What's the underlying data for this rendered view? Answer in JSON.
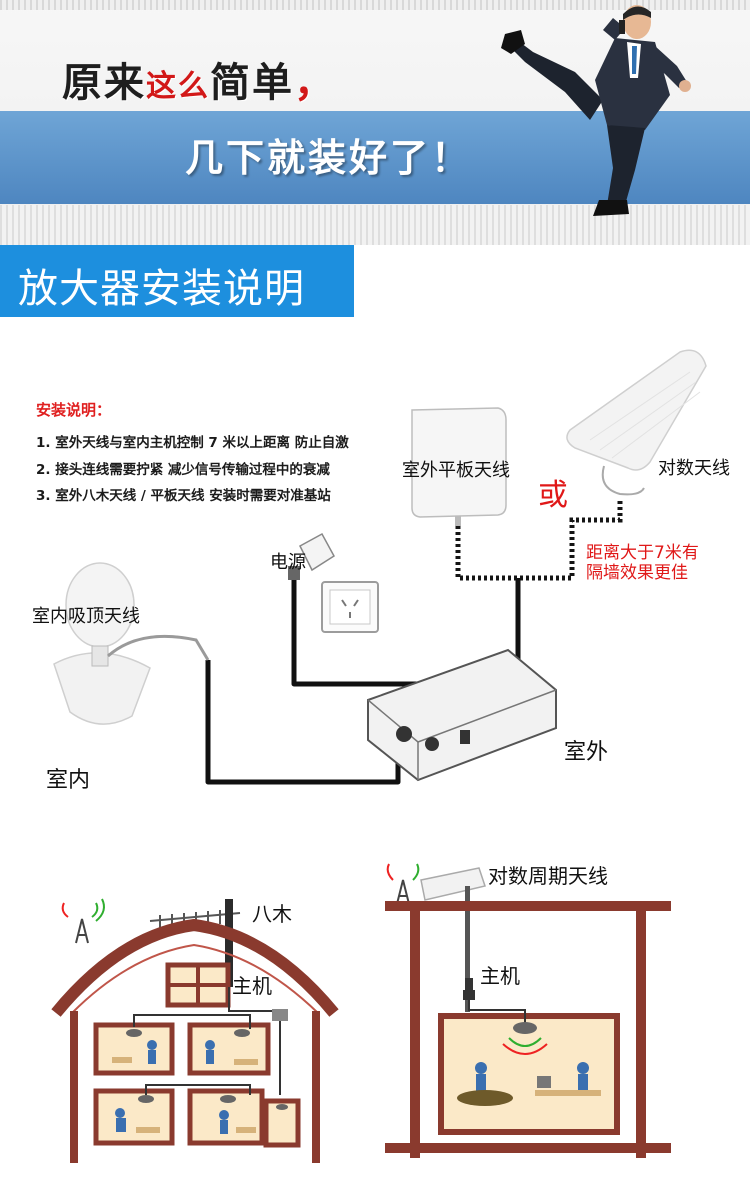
{
  "banner": {
    "line1_parts": [
      "原来",
      "这么",
      "简单",
      "，"
    ],
    "line2": "几下就装好了！"
  },
  "section_title": "放大器安装说明",
  "instructions": {
    "title": "安装说明：",
    "items": [
      "1.  室外天线与室内主机控制 7 米以上距离  防止自激",
      "2.  接头连线需要拧紧  减少信号传输过程中的衰减",
      "3.  室外八木天线 / 平板天线  安装时需要对准基站"
    ]
  },
  "diagram": {
    "panel_antenna": "室外平板天线",
    "log_antenna": "对数天线",
    "or": "或",
    "distance_note": [
      "距离大于7米有",
      "隔墙效果更佳"
    ],
    "power": "电源",
    "ceiling_antenna": "室内吸顶天线",
    "indoor": "室内",
    "outdoor": "室外"
  },
  "house_left": {
    "yagi": "八木",
    "host": "主机"
  },
  "house_right": {
    "log_periodic": "对数周期天线",
    "host": "主机"
  },
  "colors": {
    "blue_band": "#5b93c9",
    "section_blue": "#1d8fde",
    "red": "#e01818",
    "house_wall": "#8a3a2e"
  }
}
